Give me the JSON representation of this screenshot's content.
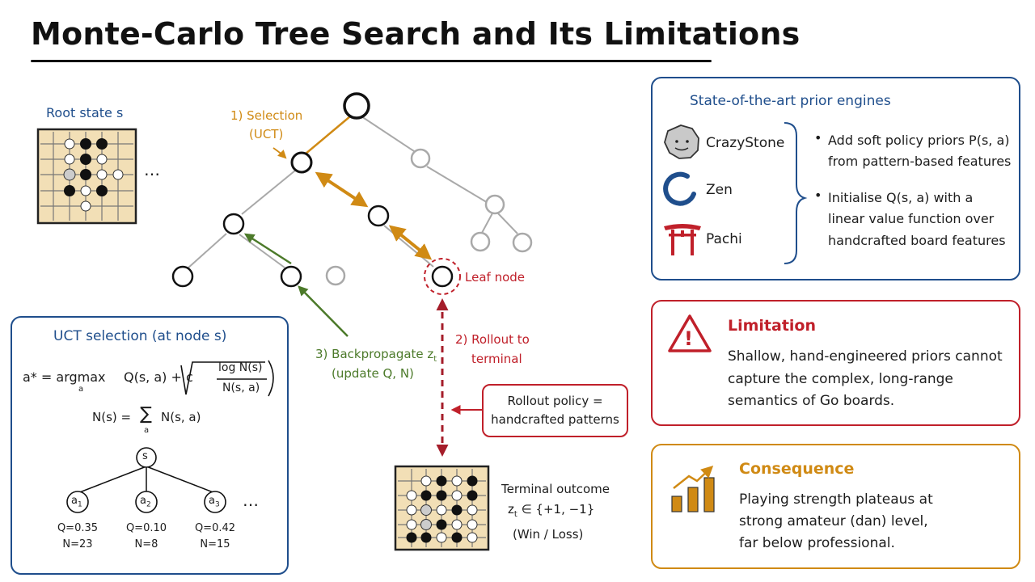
{
  "title": "Monte-Carlo Tree Search and Its Limitations",
  "root_label": "Root state s",
  "root_ellipsis": "…",
  "tree": {
    "selection_label_1": "1) Selection",
    "selection_label_2": "(UCT)",
    "leaf_label": "Leaf node",
    "rollout_label_1": "2) Rollout to",
    "rollout_label_2": "terminal",
    "backprop_label_1": "3) Backpropagate z",
    "backprop_sub": "t",
    "backprop_label_2": "(update Q, N)",
    "rollout_policy_1": "Rollout policy =",
    "rollout_policy_2": "handcrafted patterns"
  },
  "terminal": {
    "title": "Terminal outcome",
    "z": "z",
    "z_sub": "t",
    "set": "∈ {+1, −1}",
    "winloss": "(Win / Loss)"
  },
  "uct": {
    "title": "UCT selection (at node s)",
    "a_star": "a* = argmax",
    "argmax_sub": "a",
    "q_term": "Q(s, a) + c",
    "numerator": "log N(s)",
    "denominator": "N(s, a)",
    "n_lhs": "N(s) =",
    "sigma": "∑",
    "sigma_sub": "a",
    "n_rhs": "N(s, a)",
    "root": "s",
    "children": [
      {
        "label": "a",
        "sub": "1",
        "q": "Q=0.35",
        "n": "N=23"
      },
      {
        "label": "a",
        "sub": "2",
        "q": "Q=0.10",
        "n": "N=8"
      },
      {
        "label": "a",
        "sub": "3",
        "q": "Q=0.42",
        "n": "N=15"
      }
    ],
    "ellipsis": "…"
  },
  "engines": {
    "title": "State-of-the-art prior engines",
    "names": [
      "CrazyStone",
      "Zen",
      "Pachi"
    ],
    "bullets": [
      [
        "Add soft policy priors P(s, a)",
        "from pattern-based features"
      ],
      [
        "Initialise Q(s, a) with a",
        "linear value function over",
        "handcrafted board features"
      ]
    ],
    "bullet_glyph": "•"
  },
  "limitation": {
    "heading": "Limitation",
    "lines": [
      "Shallow, hand-engineered priors cannot",
      "capture the complex, long-range",
      "semantics of Go boards."
    ],
    "icon_glyph": "!"
  },
  "consequence": {
    "heading": "Consequence",
    "lines": [
      "Playing strength plateaus at",
      "strong amateur (dan) level,",
      "far below professional."
    ]
  },
  "colors": {
    "blue": "#1f4e8c",
    "gold": "#d08a14",
    "green": "#4c7a2a",
    "red": "#c0202a",
    "gray": "#a9a9a9",
    "board": "#f2dfb6"
  }
}
